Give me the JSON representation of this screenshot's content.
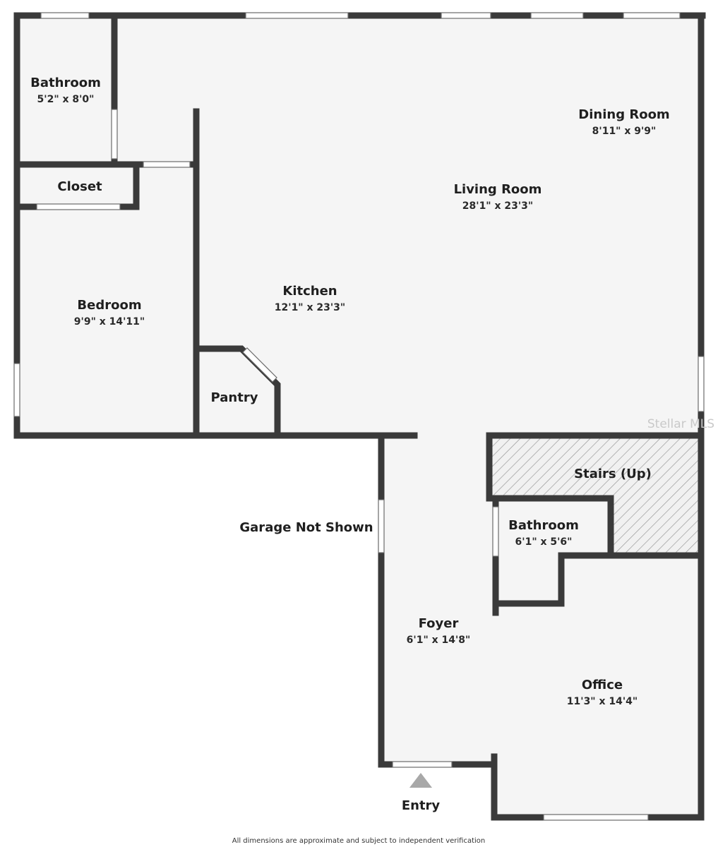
{
  "rooms": {
    "bathroom_upper": {
      "name": "Bathroom",
      "dim": "5'2\" x 8'0\""
    },
    "closet": {
      "name": "Closet"
    },
    "bedroom": {
      "name": "Bedroom",
      "dim": "9'9\" x 14'11\""
    },
    "kitchen": {
      "name": "Kitchen",
      "dim": "12'1\" x 23'3\""
    },
    "living_room": {
      "name": "Living Room",
      "dim": "28'1\" x 23'3\""
    },
    "dining_room": {
      "name": "Dining Room",
      "dim": "8'11\" x 9'9\""
    },
    "pantry": {
      "name": "Pantry"
    },
    "stairs": {
      "name": "Stairs (Up)"
    },
    "bathroom_lower": {
      "name": "Bathroom",
      "dim": "6'1\" x 5'6\""
    },
    "foyer": {
      "name": "Foyer",
      "dim": "6'1\" x 14'8\""
    },
    "office": {
      "name": "Office",
      "dim": "11'3\" x 14'4\""
    }
  },
  "labels": {
    "garage": "Garage Not Shown",
    "entry": "Entry",
    "disclaimer": "All dimensions are approximate and subject to independent verification",
    "watermark": "Stellar MLS"
  },
  "colors": {
    "floor": "#f5f5f5",
    "wall": "#3a3a3a",
    "stairs_hatch": "#9a9a9a",
    "entry_arrow": "#a8a8a8"
  }
}
